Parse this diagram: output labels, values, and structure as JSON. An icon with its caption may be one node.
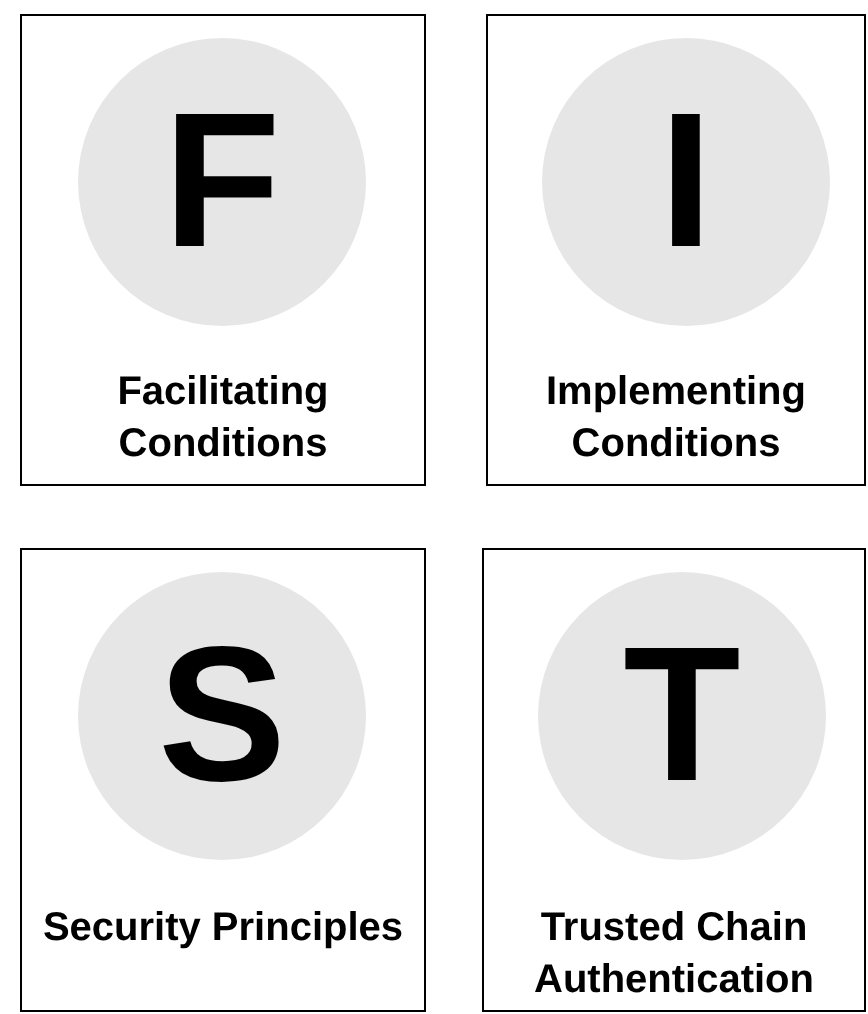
{
  "diagram": {
    "nodes": [
      {
        "text": [
          "Facilitating Conditions"
        ]
      },
      {
        "text": [
          "F"
        ],
        "in": 0
      },
      {
        "text": [
          "Implementing Conditions"
        ]
      },
      {
        "text": [
          "I"
        ],
        "in": 2
      },
      {
        "text": [
          "Security Principles"
        ]
      },
      {
        "text": [
          "S"
        ],
        "in": 4
      },
      {
        "text": [
          "Trusted Chain Authentication"
        ]
      },
      {
        "text": [
          "T"
        ],
        "in": 6
      }
    ],
    "edges": []
  }
}
